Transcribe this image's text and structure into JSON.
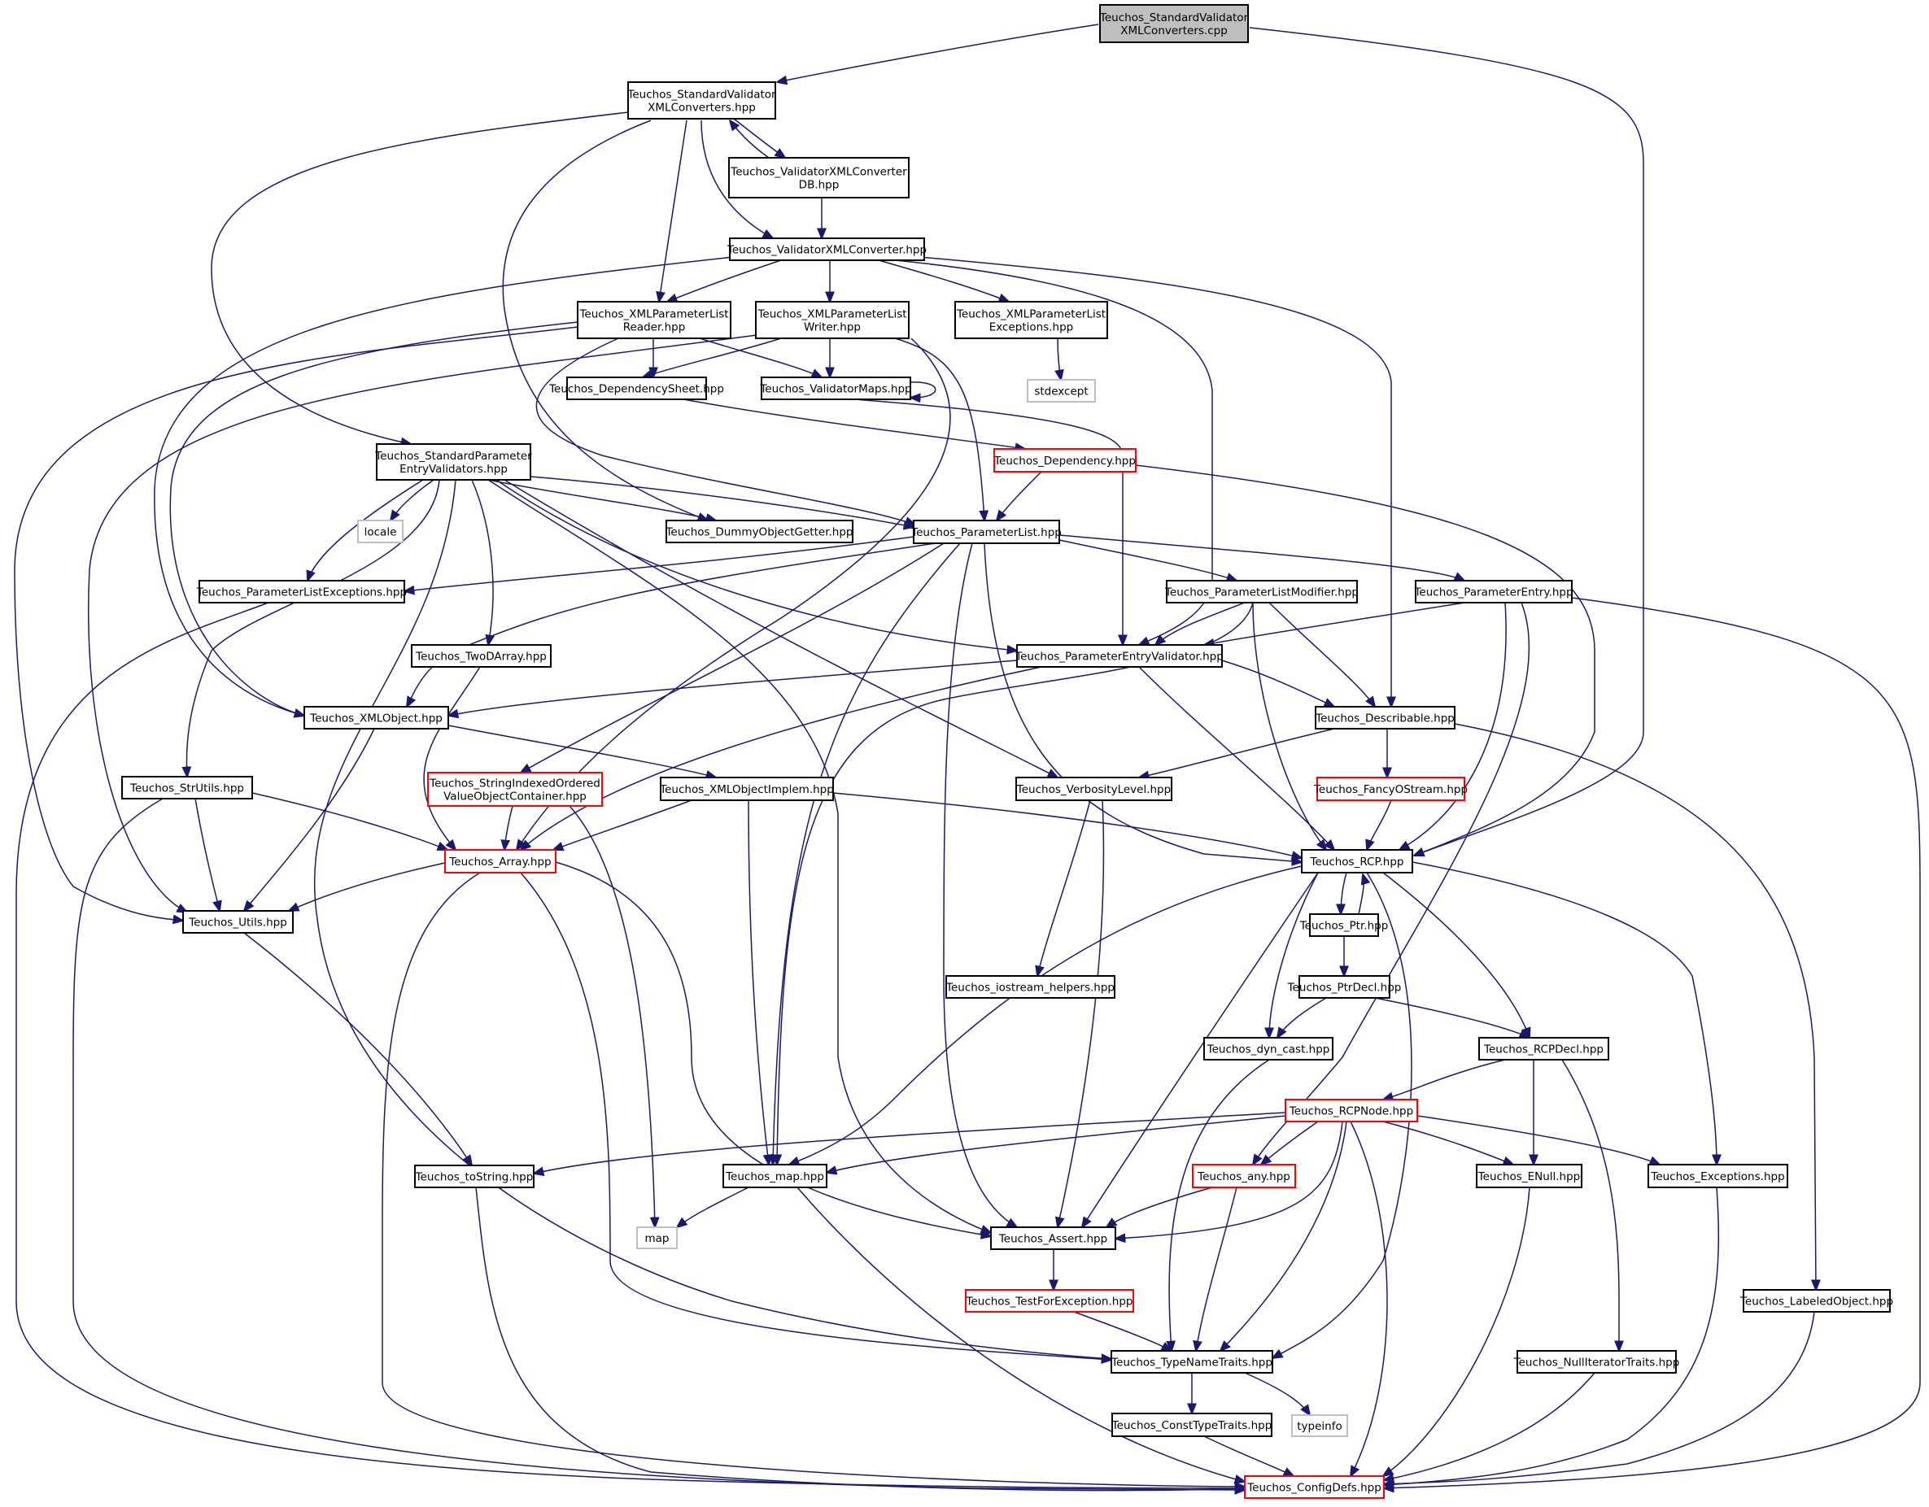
{
  "colors": {
    "edge": "#191970",
    "root_fill": "#bfbfbf",
    "node_fill": "#ffffff",
    "border_normal": "#000000",
    "border_truncated": "#ff0000",
    "border_system": "#bfbfbf"
  },
  "nodes": [
    {
      "id": "n0",
      "lines": [
        "Teuchos_StandardValidator",
        "XMLConverters.cpp"
      ],
      "style": "root"
    },
    {
      "id": "n1",
      "lines": [
        "Teuchos_StandardValidator",
        "XMLConverters.hpp"
      ],
      "style": "normal"
    },
    {
      "id": "n2",
      "lines": [
        "Teuchos_ValidatorXMLConverter",
        "DB.hpp"
      ],
      "style": "normal"
    },
    {
      "id": "n3",
      "lines": [
        "Teuchos_ValidatorXMLConverter.hpp"
      ],
      "style": "normal"
    },
    {
      "id": "n4",
      "lines": [
        "Teuchos_XMLParameterList",
        "Reader.hpp"
      ],
      "style": "normal"
    },
    {
      "id": "n5",
      "lines": [
        "Teuchos_XMLParameterList",
        "Writer.hpp"
      ],
      "style": "normal"
    },
    {
      "id": "n6",
      "lines": [
        "Teuchos_XMLParameterList",
        "Exceptions.hpp"
      ],
      "style": "normal"
    },
    {
      "id": "n7",
      "lines": [
        "Teuchos_DependencySheet.hpp"
      ],
      "style": "normal"
    },
    {
      "id": "n8",
      "lines": [
        "Teuchos_ValidatorMaps.hpp"
      ],
      "style": "normal"
    },
    {
      "id": "n9",
      "lines": [
        "stdexcept"
      ],
      "style": "system"
    },
    {
      "id": "n10",
      "lines": [
        "Teuchos_StandardParameter",
        "EntryValidators.hpp"
      ],
      "style": "normal"
    },
    {
      "id": "n11",
      "lines": [
        "Teuchos_Dependency.hpp"
      ],
      "style": "truncated"
    },
    {
      "id": "n12",
      "lines": [
        "locale"
      ],
      "style": "system"
    },
    {
      "id": "n13",
      "lines": [
        "Teuchos_DummyObjectGetter.hpp"
      ],
      "style": "normal"
    },
    {
      "id": "n14",
      "lines": [
        "Teuchos_ParameterList.hpp"
      ],
      "style": "normal"
    },
    {
      "id": "n15",
      "lines": [
        "Teuchos_ParameterListExceptions.hpp"
      ],
      "style": "normal"
    },
    {
      "id": "n16",
      "lines": [
        "Teuchos_ParameterListModifier.hpp"
      ],
      "style": "normal"
    },
    {
      "id": "n17",
      "lines": [
        "Teuchos_ParameterEntry.hpp"
      ],
      "style": "normal"
    },
    {
      "id": "n18",
      "lines": [
        "Teuchos_TwoDArray.hpp"
      ],
      "style": "normal"
    },
    {
      "id": "n19",
      "lines": [
        "Teuchos_ParameterEntryValidator.hpp"
      ],
      "style": "normal"
    },
    {
      "id": "n20",
      "lines": [
        "Teuchos_XMLObject.hpp"
      ],
      "style": "normal"
    },
    {
      "id": "n21",
      "lines": [
        "Teuchos_Describable.hpp"
      ],
      "style": "normal"
    },
    {
      "id": "n22",
      "lines": [
        "Teuchos_StrUtils.hpp"
      ],
      "style": "normal"
    },
    {
      "id": "n23",
      "lines": [
        "Teuchos_StringIndexedOrdered",
        "ValueObjectContainer.hpp"
      ],
      "style": "truncated"
    },
    {
      "id": "n24",
      "lines": [
        "Teuchos_XMLObjectImplem.hpp"
      ],
      "style": "normal"
    },
    {
      "id": "n25",
      "lines": [
        "Teuchos_VerbosityLevel.hpp"
      ],
      "style": "normal"
    },
    {
      "id": "n26",
      "lines": [
        "Teuchos_FancyOStream.hpp"
      ],
      "style": "truncated"
    },
    {
      "id": "n27",
      "lines": [
        "Teuchos_Array.hpp"
      ],
      "style": "truncated"
    },
    {
      "id": "n28",
      "lines": [
        "Teuchos_RCP.hpp"
      ],
      "style": "normal"
    },
    {
      "id": "n29",
      "lines": [
        "Teuchos_Utils.hpp"
      ],
      "style": "normal"
    },
    {
      "id": "n30",
      "lines": [
        "Teuchos_Ptr.hpp"
      ],
      "style": "normal"
    },
    {
      "id": "n31",
      "lines": [
        "Teuchos_iostream_helpers.hpp"
      ],
      "style": "normal"
    },
    {
      "id": "n32",
      "lines": [
        "Teuchos_PtrDecl.hpp"
      ],
      "style": "normal"
    },
    {
      "id": "n33",
      "lines": [
        "Teuchos_dyn_cast.hpp"
      ],
      "style": "normal"
    },
    {
      "id": "n34",
      "lines": [
        "Teuchos_RCPDecl.hpp"
      ],
      "style": "normal"
    },
    {
      "id": "n35",
      "lines": [
        "Teuchos_RCPNode.hpp"
      ],
      "style": "truncated"
    },
    {
      "id": "n36",
      "lines": [
        "Teuchos_toString.hpp"
      ],
      "style": "normal"
    },
    {
      "id": "n37",
      "lines": [
        "Teuchos_map.hpp"
      ],
      "style": "normal"
    },
    {
      "id": "n38",
      "lines": [
        "Teuchos_any.hpp"
      ],
      "style": "truncated"
    },
    {
      "id": "n39",
      "lines": [
        "Teuchos_ENull.hpp"
      ],
      "style": "normal"
    },
    {
      "id": "n40",
      "lines": [
        "Teuchos_Exceptions.hpp"
      ],
      "style": "normal"
    },
    {
      "id": "n41",
      "lines": [
        "map"
      ],
      "style": "system"
    },
    {
      "id": "n42",
      "lines": [
        "Teuchos_Assert.hpp"
      ],
      "style": "normal"
    },
    {
      "id": "n43",
      "lines": [
        "Teuchos_TestForException.hpp"
      ],
      "style": "truncated"
    },
    {
      "id": "n44",
      "lines": [
        "Teuchos_LabeledObject.hpp"
      ],
      "style": "normal"
    },
    {
      "id": "n45",
      "lines": [
        "Teuchos_TypeNameTraits.hpp"
      ],
      "style": "normal"
    },
    {
      "id": "n46",
      "lines": [
        "Teuchos_NullIteratorTraits.hpp"
      ],
      "style": "normal"
    },
    {
      "id": "n47",
      "lines": [
        "Teuchos_ConstTypeTraits.hpp"
      ],
      "style": "normal"
    },
    {
      "id": "n48",
      "lines": [
        "typeinfo"
      ],
      "style": "system"
    },
    {
      "id": "n49",
      "lines": [
        "Teuchos_ConfigDefs.hpp"
      ],
      "style": "truncated"
    }
  ],
  "edges": [
    [
      "n0",
      "n1"
    ],
    [
      "n0",
      "n28"
    ],
    [
      "n1",
      "n2"
    ],
    [
      "n2",
      "n1"
    ],
    [
      "n1",
      "n3"
    ],
    [
      "n1",
      "n4"
    ],
    [
      "n1",
      "n10"
    ],
    [
      "n1",
      "n13"
    ],
    [
      "n2",
      "n3"
    ],
    [
      "n3",
      "n4"
    ],
    [
      "n3",
      "n5"
    ],
    [
      "n3",
      "n6"
    ],
    [
      "n3",
      "n20"
    ],
    [
      "n3",
      "n19"
    ],
    [
      "n3",
      "n21"
    ],
    [
      "n4",
      "n7"
    ],
    [
      "n4",
      "n8"
    ],
    [
      "n4",
      "n14"
    ],
    [
      "n4",
      "n20"
    ],
    [
      "n4",
      "n29"
    ],
    [
      "n5",
      "n7"
    ],
    [
      "n5",
      "n8"
    ],
    [
      "n5",
      "n14"
    ],
    [
      "n5",
      "n29"
    ],
    [
      "n5",
      "n27"
    ],
    [
      "n6",
      "n9"
    ],
    [
      "n7",
      "n11"
    ],
    [
      "n8",
      "n8"
    ],
    [
      "n8",
      "n19"
    ],
    [
      "n10",
      "n12"
    ],
    [
      "n10",
      "n13"
    ],
    [
      "n10",
      "n14"
    ],
    [
      "n10",
      "n15"
    ],
    [
      "n10",
      "n18"
    ],
    [
      "n10",
      "n22"
    ],
    [
      "n10",
      "n19"
    ],
    [
      "n10",
      "n25"
    ],
    [
      "n10",
      "n42"
    ],
    [
      "n10",
      "n45"
    ],
    [
      "n11",
      "n14"
    ],
    [
      "n11",
      "n28"
    ],
    [
      "n14",
      "n15"
    ],
    [
      "n14",
      "n16"
    ],
    [
      "n14",
      "n17"
    ],
    [
      "n14",
      "n20"
    ],
    [
      "n14",
      "n23"
    ],
    [
      "n14",
      "n37"
    ],
    [
      "n14",
      "n28"
    ],
    [
      "n14",
      "n42"
    ],
    [
      "n15",
      "n49"
    ],
    [
      "n16",
      "n19"
    ],
    [
      "n16",
      "n21"
    ],
    [
      "n16",
      "n28"
    ],
    [
      "n16",
      "n37"
    ],
    [
      "n17",
      "n19"
    ],
    [
      "n17",
      "n28"
    ],
    [
      "n17",
      "n38"
    ],
    [
      "n17",
      "n49"
    ],
    [
      "n18",
      "n27"
    ],
    [
      "n19",
      "n20"
    ],
    [
      "n19",
      "n21"
    ],
    [
      "n19",
      "n28"
    ],
    [
      "n19",
      "n27"
    ],
    [
      "n20",
      "n24"
    ],
    [
      "n20",
      "n29"
    ],
    [
      "n21",
      "n25"
    ],
    [
      "n21",
      "n26"
    ],
    [
      "n21",
      "n44"
    ],
    [
      "n22",
      "n27"
    ],
    [
      "n22",
      "n29"
    ],
    [
      "n22",
      "n49"
    ],
    [
      "n23",
      "n27"
    ],
    [
      "n23",
      "n41"
    ],
    [
      "n24",
      "n27"
    ],
    [
      "n24",
      "n37"
    ],
    [
      "n24",
      "n28"
    ],
    [
      "n25",
      "n31"
    ],
    [
      "n25",
      "n42"
    ],
    [
      "n26",
      "n28"
    ],
    [
      "n27",
      "n29"
    ],
    [
      "n27",
      "n42"
    ],
    [
      "n27",
      "n45"
    ],
    [
      "n27",
      "n49"
    ],
    [
      "n28",
      "n30"
    ],
    [
      "n30",
      "n28"
    ],
    [
      "n28",
      "n34"
    ],
    [
      "n28",
      "n33"
    ],
    [
      "n28",
      "n37"
    ],
    [
      "n28",
      "n42"
    ],
    [
      "n28",
      "n40"
    ],
    [
      "n28",
      "n45"
    ],
    [
      "n29",
      "n36"
    ],
    [
      "n30",
      "n32"
    ],
    [
      "n32",
      "n33"
    ],
    [
      "n32",
      "n34"
    ],
    [
      "n33",
      "n45"
    ],
    [
      "n34",
      "n35"
    ],
    [
      "n34",
      "n39"
    ],
    [
      "n34",
      "n46"
    ],
    [
      "n35",
      "n36"
    ],
    [
      "n35",
      "n37"
    ],
    [
      "n35",
      "n38"
    ],
    [
      "n35",
      "n39"
    ],
    [
      "n35",
      "n40"
    ],
    [
      "n35",
      "n42"
    ],
    [
      "n35",
      "n45"
    ],
    [
      "n35",
      "n49"
    ],
    [
      "n36",
      "n49"
    ],
    [
      "n37",
      "n41"
    ],
    [
      "n37",
      "n49"
    ],
    [
      "n38",
      "n42"
    ],
    [
      "n38",
      "n45"
    ],
    [
      "n39",
      "n49"
    ],
    [
      "n40",
      "n49"
    ],
    [
      "n42",
      "n43"
    ],
    [
      "n43",
      "n45"
    ],
    [
      "n44",
      "n49"
    ],
    [
      "n45",
      "n47"
    ],
    [
      "n45",
      "n48"
    ],
    [
      "n46",
      "n49"
    ],
    [
      "n47",
      "n49"
    ]
  ]
}
